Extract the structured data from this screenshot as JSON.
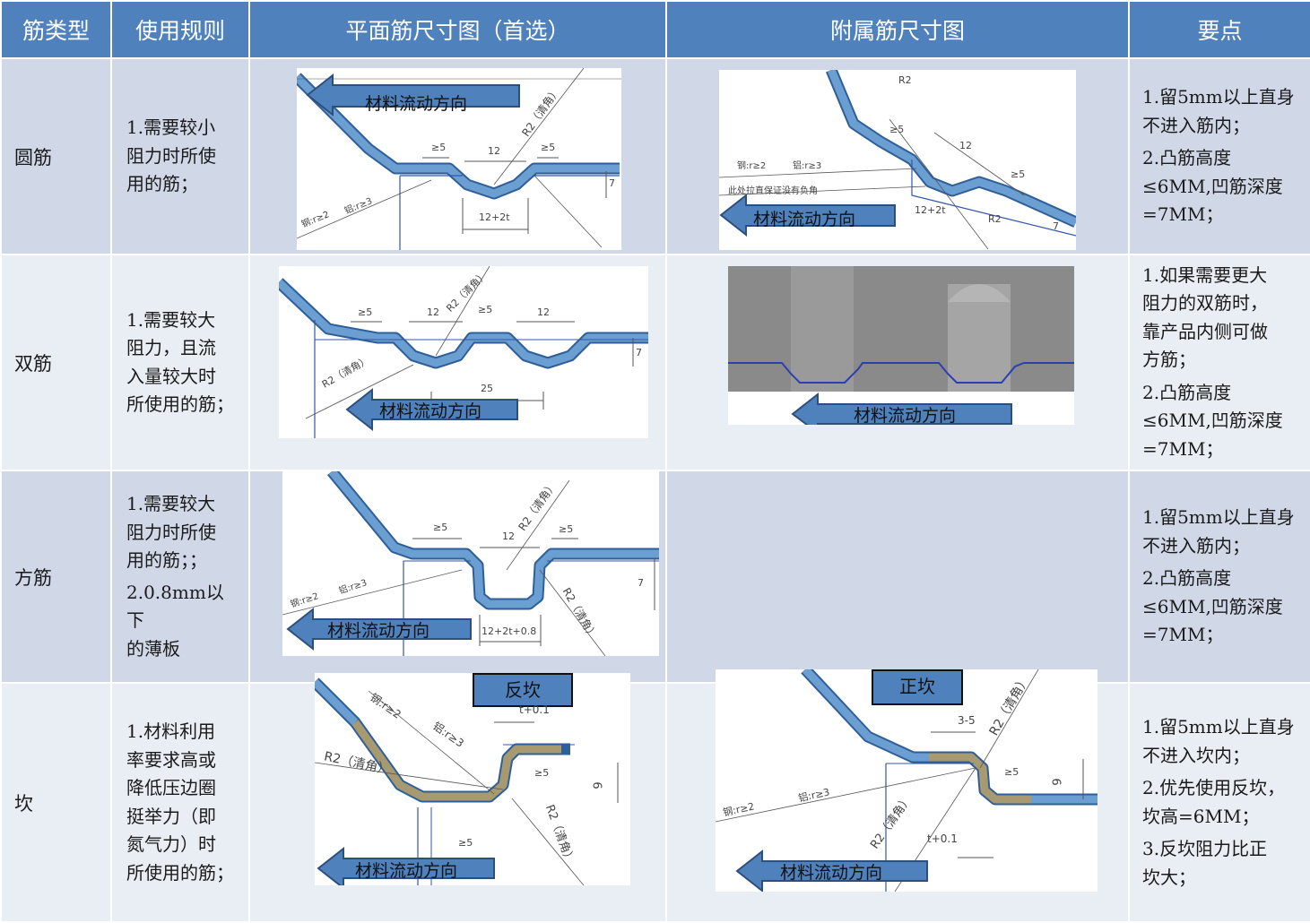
{
  "headers": {
    "rib_type": "筋类型",
    "usage_rule": "使用规则",
    "flat_rib_drawing": "平面筋尺寸图（首选）",
    "attached_rib_drawing": "附属筋尺寸图",
    "key_points": "要点"
  },
  "rows": [
    {
      "type": "圆筋",
      "rule": [
        "1.需要较小\n阻力时所使\n用的筋；"
      ],
      "keys": [
        "1.留5mm以上直身\n不进入筋内；",
        "2.凸筋高度\n≤6MM,凹筋深度\n=7MM；"
      ]
    },
    {
      "type": "双筋",
      "rule": [
        "1.需要较大\n阻力，且流\n入量较大时\n所使用的筋；"
      ],
      "keys": [
        "1.如果需要更大\n阻力的双筋时，\n靠产品内侧可做\n方筋；",
        "2.凸筋高度\n≤6MM,凹筋深度\n=7MM；"
      ]
    },
    {
      "type": "方筋",
      "rule": [
        "1.需要较大\n阻力时所使\n用的筋；；",
        "2.0.8mm以下\n的薄板"
      ],
      "keys": [
        "1.留5mm以上直身\n不进入筋内；",
        "2.凸筋高度\n≤6MM,凹筋深度\n=7MM；"
      ]
    },
    {
      "type": "坎",
      "rule": [
        "1.材料利用\n率要求高或\n降低压边圈\n挺举力（即\n氮气力）时\n所使用的筋；"
      ],
      "keys": [
        "1.留5mm以上直身\n不进入坎内；",
        "2.优先使用反坎，\n坎高=6MM；",
        "3.反坎阻力比正\n坎大；"
      ]
    }
  ],
  "figures": {
    "flow_label": "材料流动方向",
    "reverse_step": "反坎",
    "forward_step": "正坎",
    "dims": {
      "ge5": "≥5",
      "d12": "12",
      "d25": "25",
      "d7": "7",
      "d6": "6",
      "r2": "R2",
      "r2_clear": "R2（清角）",
      "d12_2t": "12+2t",
      "d12_2t_08": "12+2t+0.8",
      "t01": "t+0.1",
      "d3_5": "3-5",
      "steel_r": "钢:r≥2",
      "alu_r": "铝:r≥3",
      "note": "此处拉直保证没有负角"
    }
  },
  "colors": {
    "header_bg": "#4f81bd",
    "row_dark": "#d0d8e8",
    "row_light": "#e9edf4",
    "sheet": "#5b8fc4",
    "arrow": "#4f81bd",
    "tan": "#a89a70"
  }
}
